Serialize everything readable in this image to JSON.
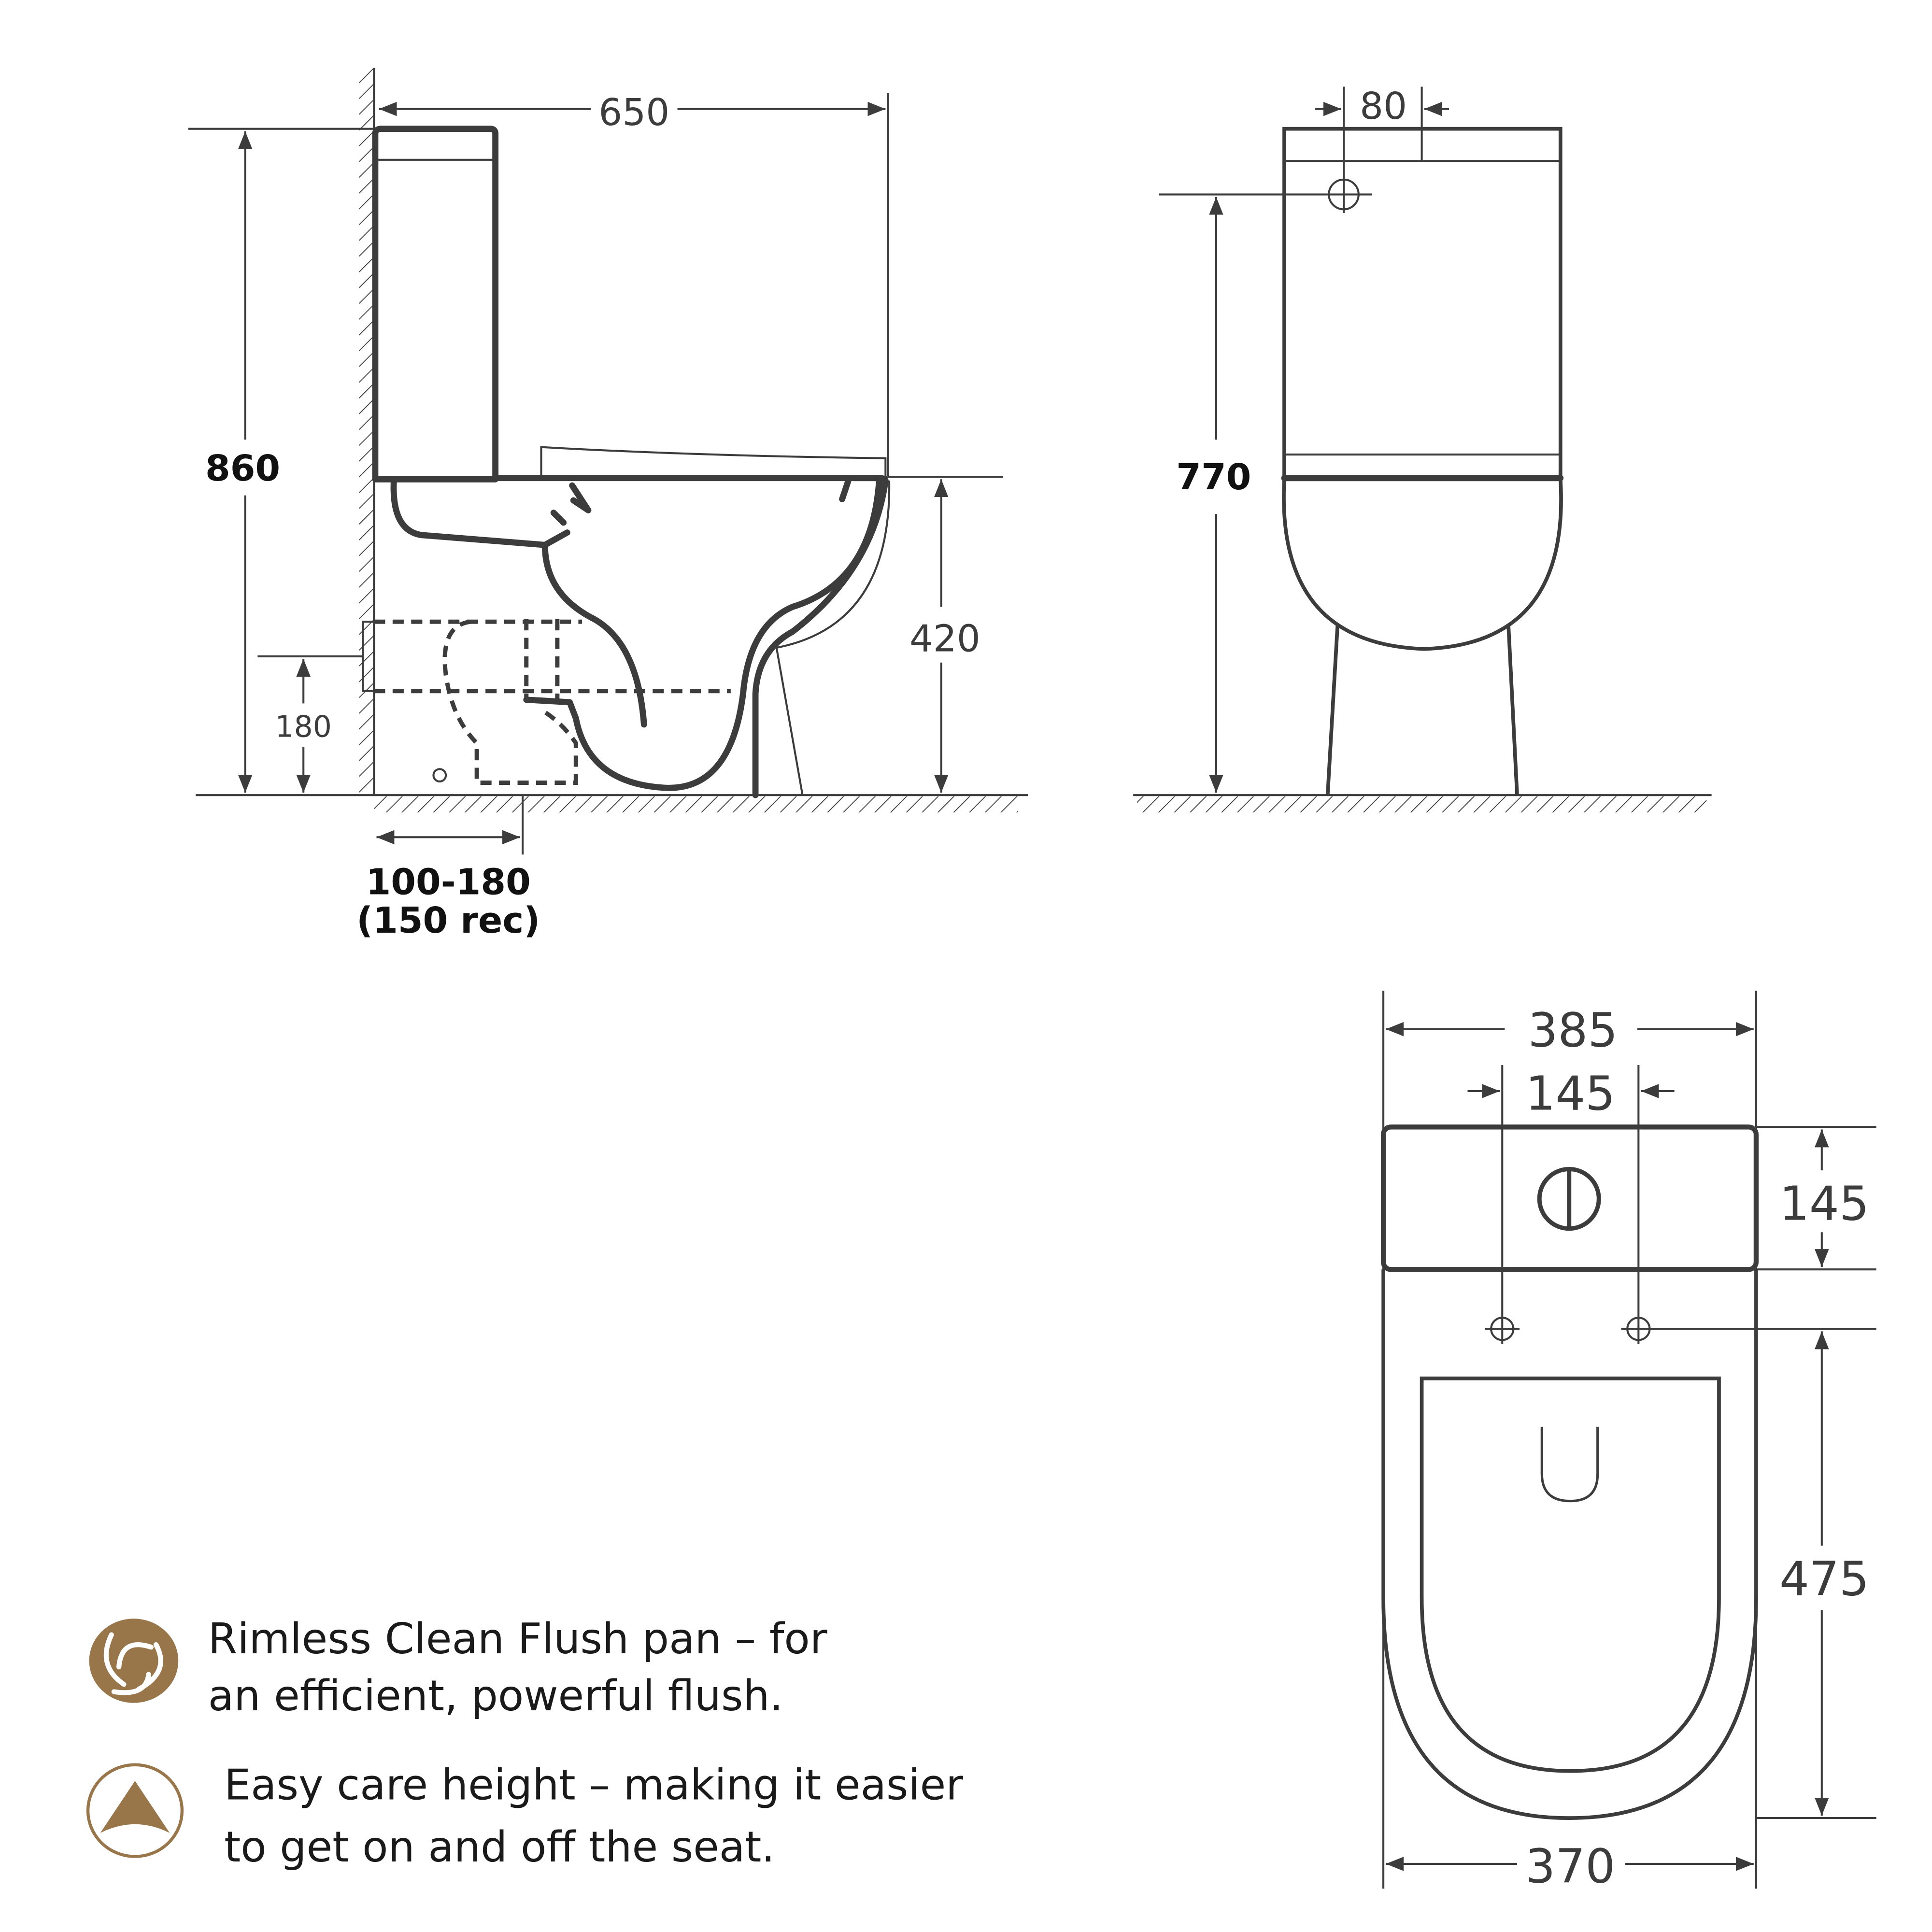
{
  "side_view": {
    "width_label": "650",
    "height_label": "860",
    "seat_height_label": "420",
    "outlet_height_label": "180",
    "setout_label": "100-180",
    "setout_rec_label": "(150 rec)"
  },
  "front_view": {
    "inlet_offset_label": "80",
    "inlet_height_label": "770"
  },
  "top_view": {
    "overall_width_label": "385",
    "fixing_spacing_label": "145",
    "tank_depth_label": "145",
    "bowl_length_label": "475",
    "bowl_width_label": "370"
  },
  "features": [
    {
      "icon": "swirl-icon",
      "line1": "Rimless Clean Flush pan – for",
      "line2": "an efficient, powerful flush."
    },
    {
      "icon": "arrow-up-icon",
      "line1": "Easy care height – making it easier",
      "line2": "to get on and off the seat."
    }
  ],
  "colors": {
    "line": "#3c3c3c",
    "gold": "#98764a"
  }
}
